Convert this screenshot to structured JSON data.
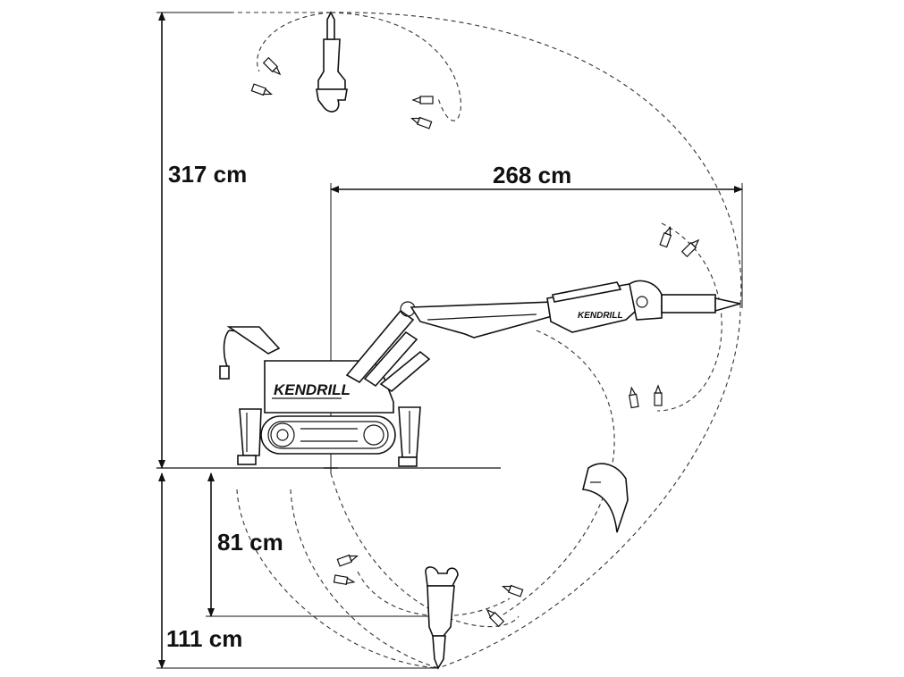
{
  "dimensions": {
    "max_height": "317 cm",
    "max_reach": "268 cm",
    "depth_81": "81 cm",
    "depth_111": "111 cm"
  },
  "machine": {
    "body_brand": "KENDRILL",
    "arm_brand": "KENDRILL"
  }
}
